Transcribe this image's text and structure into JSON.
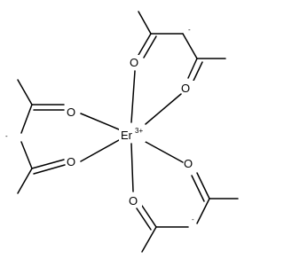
{
  "compound": {
    "metal_symbol": "Er",
    "metal_charge": "3+",
    "oxygen_symbol": "O",
    "carbanion_charge": "-",
    "ligand_count": 3
  },
  "colors": {
    "bond": "#000000",
    "text": "#000000",
    "background": "#ffffff"
  }
}
